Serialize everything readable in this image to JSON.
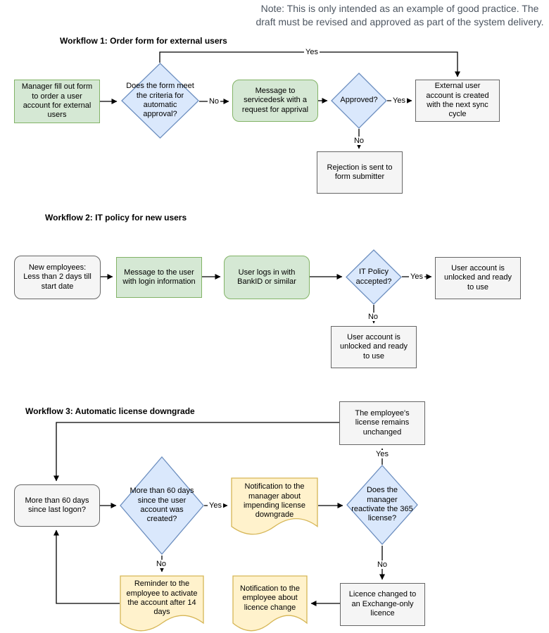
{
  "note": {
    "text": "Note: This is only intended as an example of good practice. The draft must be revised and approved as part of the system delivery."
  },
  "colors": {
    "green_fill": "#d5e8d4",
    "green_stroke": "#82b366",
    "blue_fill": "#dae8fc",
    "blue_stroke": "#6c8ebf",
    "gray_fill": "#f5f5f5",
    "gray_stroke": "#666666",
    "yellow_fill": "#fff2cc",
    "yellow_stroke": "#d6b656",
    "connector": "#000000",
    "note_text": "#4d5661"
  },
  "workflow1": {
    "title": "Workflow 1: Order form for external users",
    "nodes": {
      "start": "Manager fill out form to order a user account for external users",
      "criteria_decision": "Does the form meet the criteria for automatic approval?",
      "servicedesk_message": "Message to servicedesk with a request for apprival",
      "approved_decision": "Approved?",
      "account_created": "External user account is created with the next sync cycle",
      "rejection": "Rejection is sent to form submitter"
    },
    "edge_labels": {
      "criteria_yes": "Yes",
      "criteria_no": "No",
      "approved_yes": "Yes",
      "approved_no": "No"
    }
  },
  "workflow2": {
    "title": "Workflow 2: IT policy for new users",
    "nodes": {
      "start": "New employees: Less than 2 days till start date",
      "login_message": "Message to the user with login information",
      "bankid_login": "User logs in with BankID or similar",
      "policy_decision": "IT Policy accepted?",
      "unlocked_yes": "User account is unlocked and ready to use",
      "unlocked_no": "User account is unlocked and ready to use"
    },
    "edge_labels": {
      "policy_yes": "Yes",
      "policy_no": "No"
    }
  },
  "workflow3": {
    "title": "Workflow 3: Automatic license downgrade",
    "nodes": {
      "license_unchanged": "The employee's license remains unchanged",
      "last_logon": "More than 60 days since last logon?",
      "account_age_decision": "More than 60 days since the user account was created?",
      "manager_notification": "Notification to the manager about impending license downgrade",
      "reactivate_decision": "Does the manager reactivate the 365 license?",
      "reminder": "Reminder to the employee to activate the account after 14 days",
      "employee_notification": "Notification to the employee about licence change",
      "licence_changed": "Licence changed to an Exchange-only licence"
    },
    "edge_labels": {
      "age_yes": "Yes",
      "age_no": "No",
      "reactivate_yes": "Yes",
      "reactivate_no": "No"
    }
  }
}
